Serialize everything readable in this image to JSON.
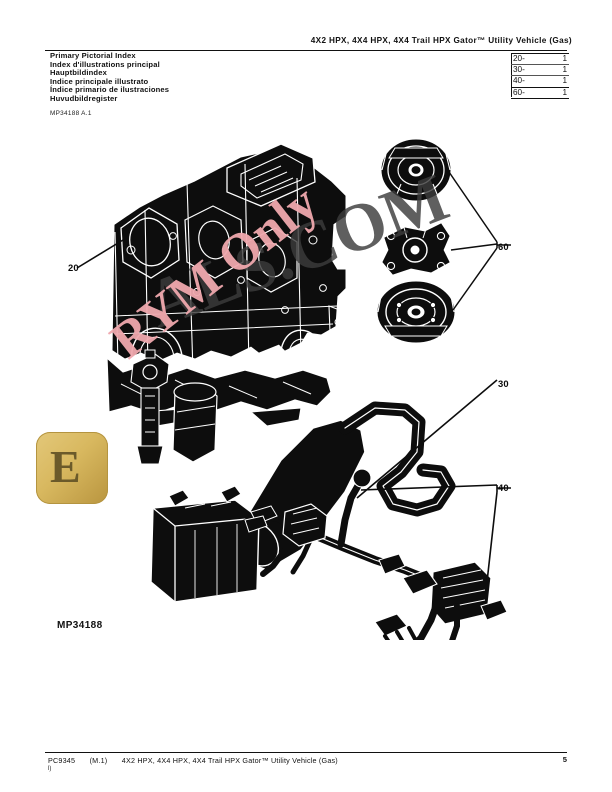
{
  "header": {
    "title": "4X2 HPX, 4X4 HPX, 4X4 Trail HPX Gator™ Utility Vehicle (Gas)"
  },
  "index": {
    "lines": [
      "Primary Pictorial Index",
      "Index d'illustrations principal",
      "Hauptbildindex",
      "Indice principale illustrato",
      "Índice primario de ilustraciones",
      "Huvudbildregister"
    ],
    "figure_id": "MP34188 A.1"
  },
  "reference_table": {
    "rows": [
      {
        "section": "20-",
        "qty": "1"
      },
      {
        "section": "30-",
        "qty": "1"
      },
      {
        "section": "40-",
        "qty": "1"
      },
      {
        "section": "60-",
        "qty": "1"
      }
    ]
  },
  "illustration": {
    "label": "MP34188",
    "callouts": [
      {
        "id": "callout-20",
        "text": "20"
      },
      {
        "id": "callout-60",
        "text": "60"
      },
      {
        "id": "callout-30",
        "text": "30"
      },
      {
        "id": "callout-40",
        "text": "40"
      }
    ],
    "parts": [
      "engine-block",
      "pulley-upper",
      "bracket-middle",
      "pulley-lower",
      "starter-motor",
      "oil-filter",
      "muffler",
      "battery",
      "wiring-harness"
    ]
  },
  "watermark": {
    "dark_text": "ALS.COM",
    "pink_text": "RYM Only",
    "logo_glyph": "E",
    "dark_color": "#3c3c3c",
    "pink_color": "#f0a8ae",
    "logo_color": "#d8b85f"
  },
  "footer": {
    "doc_code": "PC9345",
    "revision": "(M.1)",
    "title": "4X2 HPX, 4X4 HPX, 4X4 Trail HPX Gator™ Utility Vehicle (Gas)",
    "sub_marker": "l)",
    "page_number": "5"
  }
}
